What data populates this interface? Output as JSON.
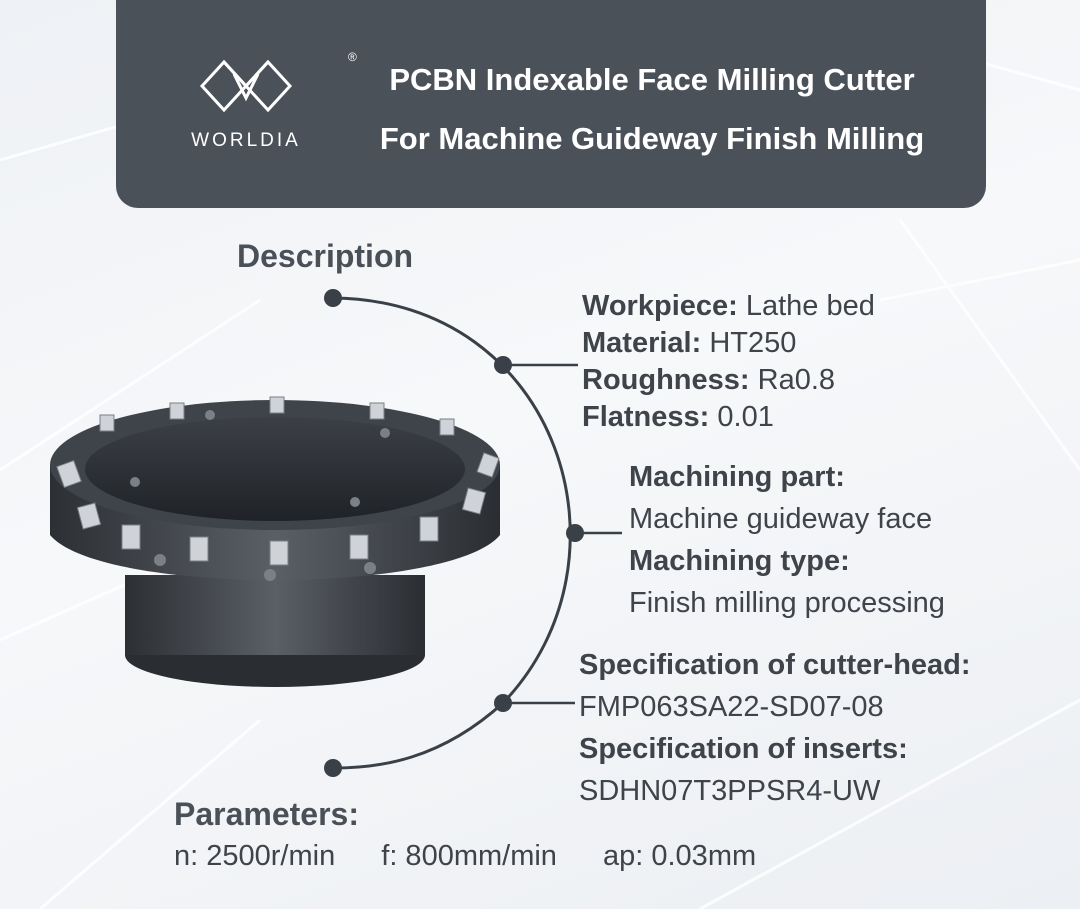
{
  "header": {
    "brand": "WORLDIA",
    "registered": "®",
    "title_line1": "PCBN Indexable Face Milling Cutter",
    "title_line2": "For Machine Guideway Finish Milling"
  },
  "description": {
    "title": "Description",
    "workpiece_label": "Workpiece:",
    "workpiece_value": " Lathe bed",
    "material_label": "Material:",
    "material_value": " HT250",
    "roughness_label": "Roughness:",
    "roughness_value": " Ra0.8",
    "flatness_label": "Flatness:",
    "flatness_value": " 0.01",
    "machining_part_label": "Machining part:",
    "machining_part_value": "Machine guideway face",
    "machining_type_label": "Machining type:",
    "machining_type_value": "Finish milling processing",
    "spec_head_label": "Specification of cutter-head:",
    "spec_head_value": "FMP063SA22-SD07-08",
    "spec_inserts_label": "Specification of inserts:",
    "spec_inserts_value": "SDHN07T3PPSR4-UW"
  },
  "parameters": {
    "title": "Parameters:",
    "n": "n: 2500r/min",
    "f": "f: 800mm/min",
    "ap": "ap: 0.03mm"
  },
  "colors": {
    "header_bg": "#4a5159",
    "text": "#3f444b",
    "line": "#3a4048"
  },
  "icons": [
    "worldia-logo-icon",
    "milling-cutter-image"
  ]
}
